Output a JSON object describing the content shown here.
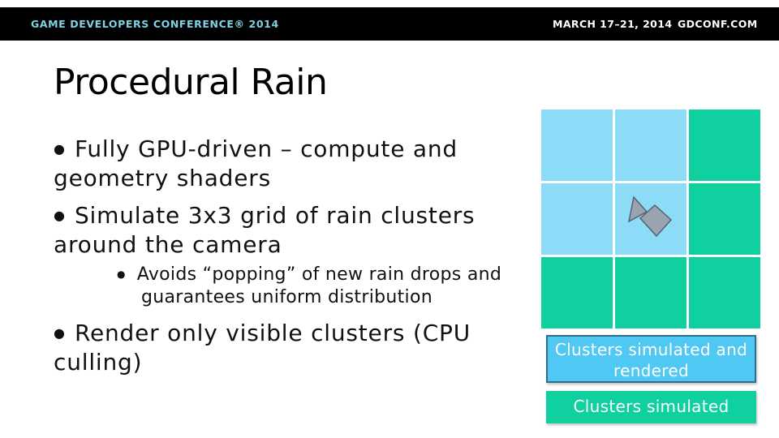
{
  "header": {
    "conference": "GAME DEVELOPERS CONFERENCE® 2014",
    "dates": "MARCH 17–21, 2014",
    "url": "GDCONF.COM"
  },
  "slide": {
    "title": "Procedural Rain",
    "bullets": {
      "b1": "Fully GPU-driven – compute and geometry shaders",
      "b2": "Simulate 3x3 grid of rain clusters around the camera",
      "b2_sub": "Avoids “popping” of new rain drops and guarantees uniform distribution",
      "b3": "Render only visible clusters (CPU culling)"
    }
  },
  "diagram": {
    "grid_size": 3,
    "cell_states": [
      [
        "rendered",
        "rendered",
        "simulated"
      ],
      [
        "rendered",
        "rendered",
        "simulated"
      ],
      [
        "simulated",
        "simulated",
        "simulated"
      ]
    ],
    "camera_icon": "camera-icon",
    "colors": {
      "rendered": "#8cdcf8",
      "simulated": "#10d0a0",
      "camera_fill": "#9aa3b0",
      "camera_stroke": "#5a6070"
    }
  },
  "legend": {
    "rendered_label": "Clusters simulated and rendered",
    "simulated_label": "Clusters simulated"
  }
}
